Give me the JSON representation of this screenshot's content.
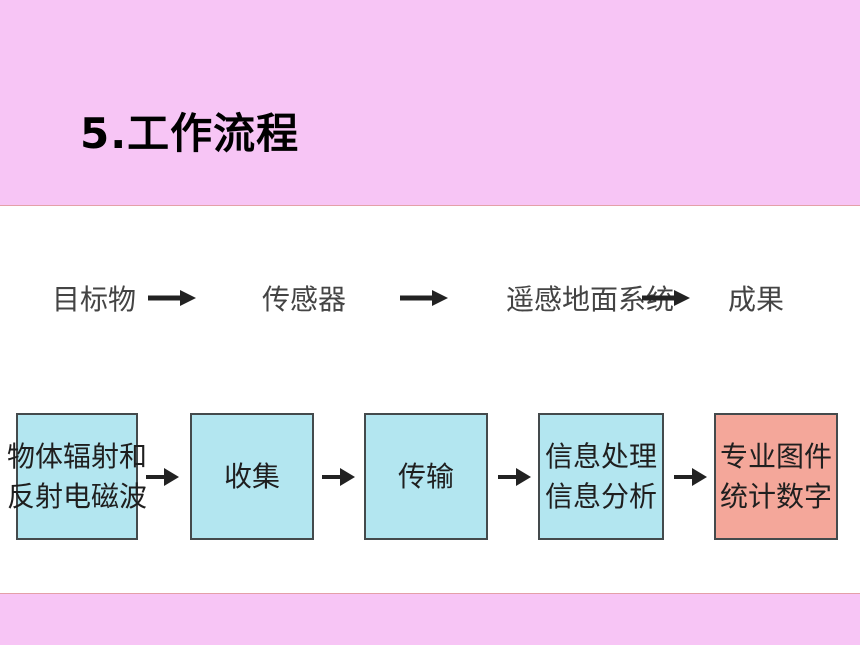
{
  "title": "5.工作流程",
  "top_row": {
    "labels": [
      "目标物",
      "传感器",
      "遥感地面系统",
      "成果"
    ]
  },
  "flow": {
    "boxes": [
      {
        "lines": [
          "物体辐射和",
          "反射电磁波"
        ]
      },
      {
        "lines": [
          "收集"
        ]
      },
      {
        "lines": [
          "传输"
        ]
      },
      {
        "lines": [
          "信息处理",
          "信息分析"
        ]
      },
      {
        "lines": [
          "专业图件",
          "统计数字"
        ]
      }
    ]
  },
  "colors": {
    "band": "#f7c5f5",
    "box": "#b3e6f0",
    "result_box": "#f4a79a"
  }
}
